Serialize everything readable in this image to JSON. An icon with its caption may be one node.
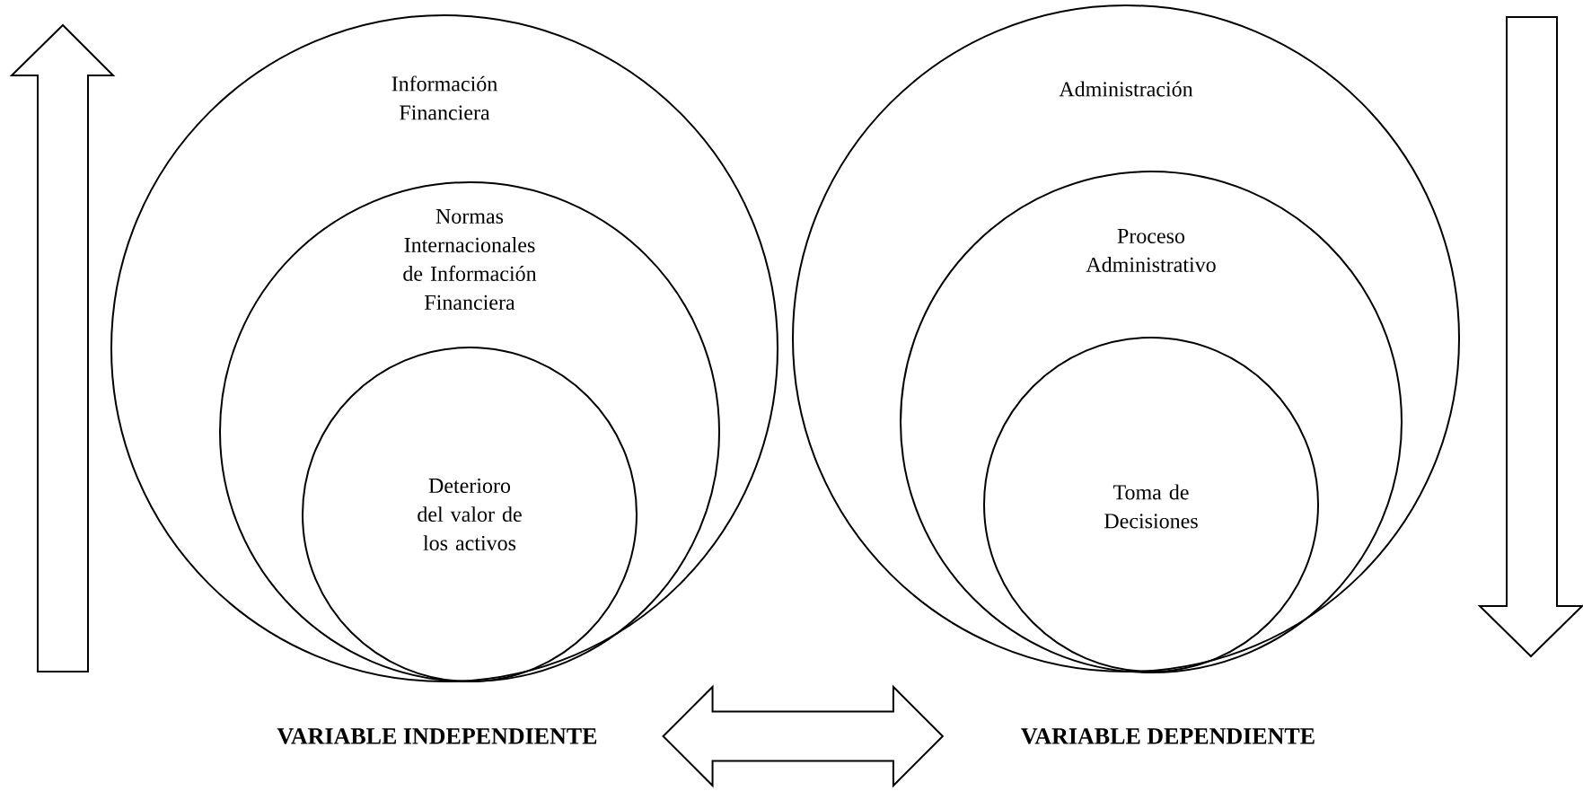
{
  "diagram": {
    "nodes": [
      {
        "text": [
          "Información Financiera"
        ]
      },
      {
        "text": [
          "Normas Internacionales de Información Financiera"
        ],
        "in": 0
      },
      {
        "text": [
          "Deterioro del valor de los activos"
        ],
        "in": 1
      },
      {
        "text": [
          "Administración"
        ]
      },
      {
        "text": [
          "Proceso Administrativo"
        ],
        "in": 3
      },
      {
        "text": [
          "Toma de Decisiones"
        ],
        "in": 4
      },
      {
        "text": [
          "VARIABLE INDEPENDIENTE"
        ]
      },
      {
        "text": [
          "VARIABLE DEPENDIENTE"
        ]
      }
    ],
    "edges": [
      {
        "from": 6,
        "to": 7,
        "arrow": "both"
      }
    ]
  }
}
